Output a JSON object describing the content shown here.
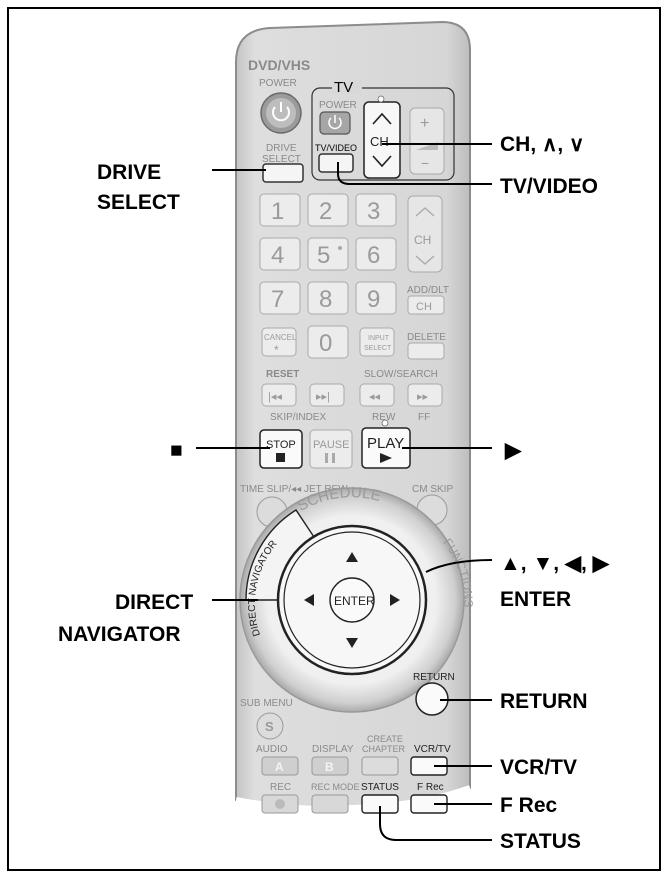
{
  "remote": {
    "brand_label": "DVD/VHS",
    "power_label": "POWER",
    "tv_label": "TV",
    "tv_power_label": "POWER",
    "ch_label": "CH",
    "tvvideo_label": "TV/VIDEO",
    "drive_select_line1": "DRIVE",
    "drive_select_line2": "SELECT",
    "numbers": [
      "1",
      "2",
      "3",
      "4",
      "5",
      "6",
      "7",
      "8",
      "9",
      "0"
    ],
    "five_dot": "5",
    "right_ch_label": "CH",
    "add_dlt_label": "ADD/DLT",
    "add_dlt_ch": "CH",
    "cancel_label": "CANCEL",
    "cancel_symbol": "*",
    "input_select_line1": "INPUT",
    "input_select_line2": "SELECT",
    "delete_label": "DELETE",
    "reset_label": "RESET",
    "slow_search_label": "SLOW/SEARCH",
    "skip_index_label": "SKIP/INDEX",
    "rew_label": "REW",
    "ff_label": "FF",
    "stop_label": "STOP",
    "pause_label": "PAUSE",
    "play_label": "PLAY",
    "time_slip_label": "TIME SLIP/◂◂ JET REW",
    "cm_skip_label": "CM SKIP",
    "schedule_label": "SCHEDULE",
    "functions_label": "FUNCTIONS",
    "direct_navigator_label": "DIRECT NAVIGATOR",
    "enter_label": "ENTER",
    "sub_menu_label": "SUB MENU",
    "s_label": "S",
    "return_label": "RETURN",
    "audio_label": "AUDIO",
    "display_label": "DISPLAY",
    "create_chapter_line1": "CREATE",
    "create_chapter_line2": "CHAPTER",
    "vcrtv_label": "VCR/TV",
    "a_label": "A",
    "b_label": "B",
    "rec_label": "REC",
    "rec_mode_label": "REC MODE",
    "status_label": "STATUS",
    "frec_label": "F Rec"
  },
  "callouts": {
    "drive_select_line1": "DRIVE",
    "drive_select_line2": "SELECT",
    "ch": "CH, ∧, ∨",
    "tvvideo": "TV/VIDEO",
    "stop": "■",
    "play": "▶",
    "arrows": "▲, ▼, ◀, ▶",
    "enter": "ENTER",
    "direct_line1": "DIRECT",
    "direct_line2": "NAVIGATOR",
    "return": "RETURN",
    "vcrtv": "VCR/TV",
    "frec": "F Rec",
    "status": "STATUS"
  },
  "colors": {
    "remote_body": "#d4d4d4",
    "key_face": "#eeeeee",
    "key_text": "#a8a8a8",
    "callout_text": "#000000"
  }
}
